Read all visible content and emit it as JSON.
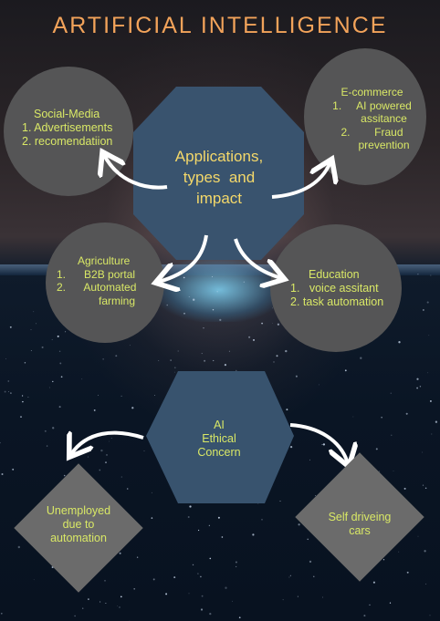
{
  "title": "ARTIFICIAL INTELLIGENCE",
  "center": {
    "lines": [
      "Applications,",
      "types  and",
      "impact"
    ]
  },
  "social_media": {
    "heading": "Social-Media",
    "items": [
      "1. Advertisements",
      "2. recomendatiion"
    ]
  },
  "ecommerce": {
    "heading": "E-commerce",
    "items": [
      "1.     AI powered",
      "assitance",
      "2.        Fraud",
      "prevention"
    ]
  },
  "agriculture": {
    "heading": "Agriculture",
    "items": [
      "1.      B2B portal",
      "2.      Automated",
      "farming"
    ]
  },
  "education": {
    "heading": "Education",
    "items": [
      "1.   voice assitant",
      "2. task automation"
    ]
  },
  "ethics": {
    "lines": [
      "AI",
      "Ethical",
      "Concern"
    ]
  },
  "unemployed": {
    "lines": [
      "Unemployed",
      "due to",
      "automation"
    ]
  },
  "self_driving": {
    "lines": [
      "Self driveing",
      "cars"
    ]
  }
}
